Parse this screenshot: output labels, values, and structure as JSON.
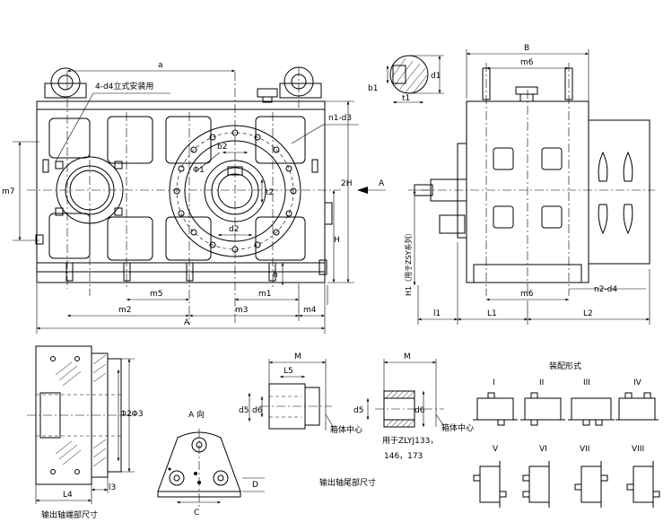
{
  "front_view": {
    "dims": {
      "a": "a",
      "b2": "b2",
      "d2": "d2",
      "t2": "t2",
      "phi1": "Φ1",
      "n1d3": "n1-d3",
      "m7": "m7",
      "h2": "2H",
      "h": "H",
      "hsmall": "h",
      "m5": "m5",
      "m1": "m1",
      "m2": "m2",
      "m3": "m3",
      "m4": "m4",
      "A": "A"
    },
    "mount_note": "4-d4立式安装用",
    "view_arrow": "A"
  },
  "key_section": {
    "d1": "d1",
    "b1": "b1",
    "t1": "t1"
  },
  "side_view": {
    "dims": {
      "B": "B",
      "m6_top": "m6",
      "m6_bottom": "m6",
      "n2d4": "n2-d4",
      "l1_left": "l1",
      "L1": "L1",
      "L2": "L2",
      "H1": "H1（用于ZSY系列）"
    }
  },
  "output_end": {
    "dims": {
      "phi23": "Φ2Φ3",
      "L4": "L4",
      "l3": "l3"
    },
    "caption": "输出轴端部尺寸"
  },
  "a_view": {
    "title": "A 向",
    "dims": {
      "C": "C",
      "D": "D"
    }
  },
  "shaft_tail": {
    "dims": {
      "M_left": "M",
      "L5": "L5",
      "d5_left": "d5",
      "d6_left": "d6",
      "M_right": "M",
      "d5_right": "d5",
      "d6_right": "d6"
    },
    "center_label_left": "箱体中心",
    "center_label_right": "箱体中心",
    "model_note_line1": "用于ZLYJ133，",
    "model_note_line2": "146，173",
    "caption": "输出轴尾部尺寸"
  },
  "assembly": {
    "title": "装配形式",
    "forms": [
      "I",
      "II",
      "III",
      "IV",
      "V",
      "VI",
      "VII",
      "VIII"
    ]
  }
}
